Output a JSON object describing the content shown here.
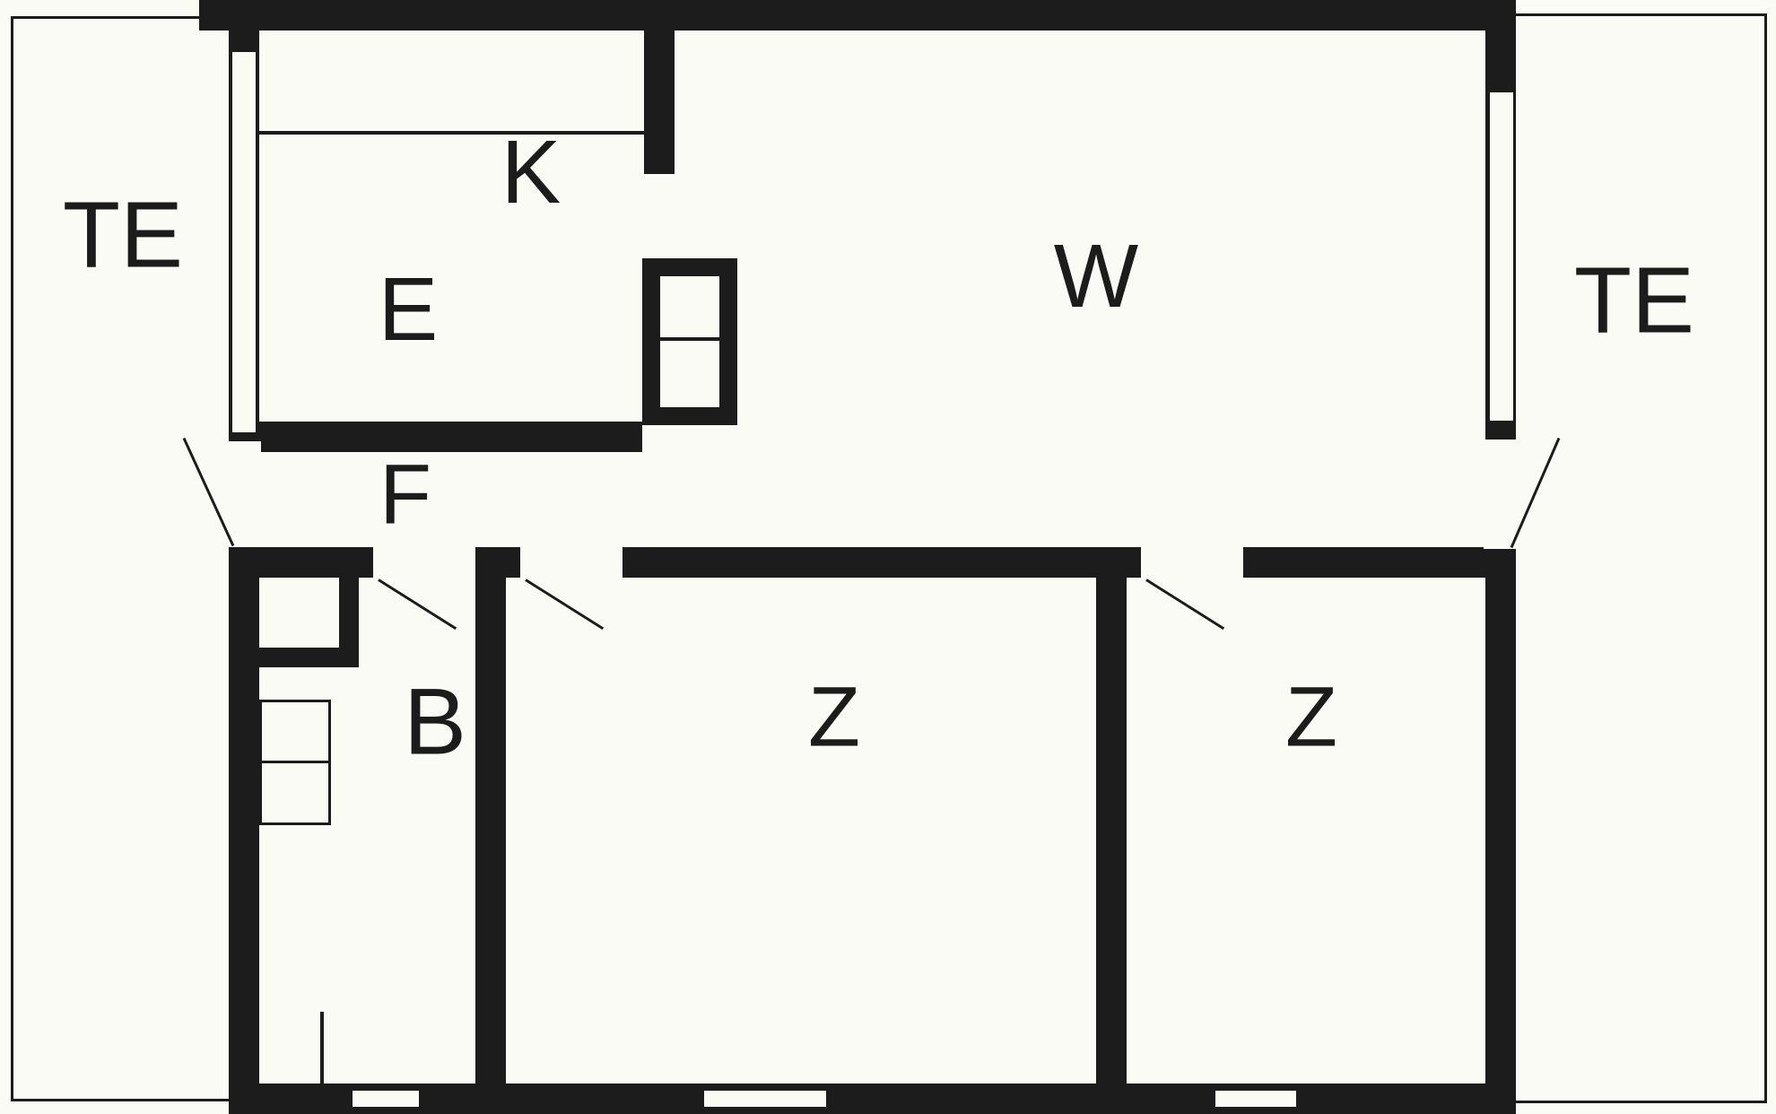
{
  "colors": {
    "wall": "#1c1c1c",
    "floor": "#fbfbf5"
  },
  "rooms": {
    "terrace_left": {
      "label": "TE"
    },
    "kitchen": {
      "label": "K"
    },
    "dining": {
      "label": "E"
    },
    "living": {
      "label": "W"
    },
    "hall": {
      "label": "F"
    },
    "bath": {
      "label": "B"
    },
    "bedroom_1": {
      "label": "Z"
    },
    "bedroom_2": {
      "label": "Z"
    },
    "terrace_right": {
      "label": "TE"
    }
  }
}
